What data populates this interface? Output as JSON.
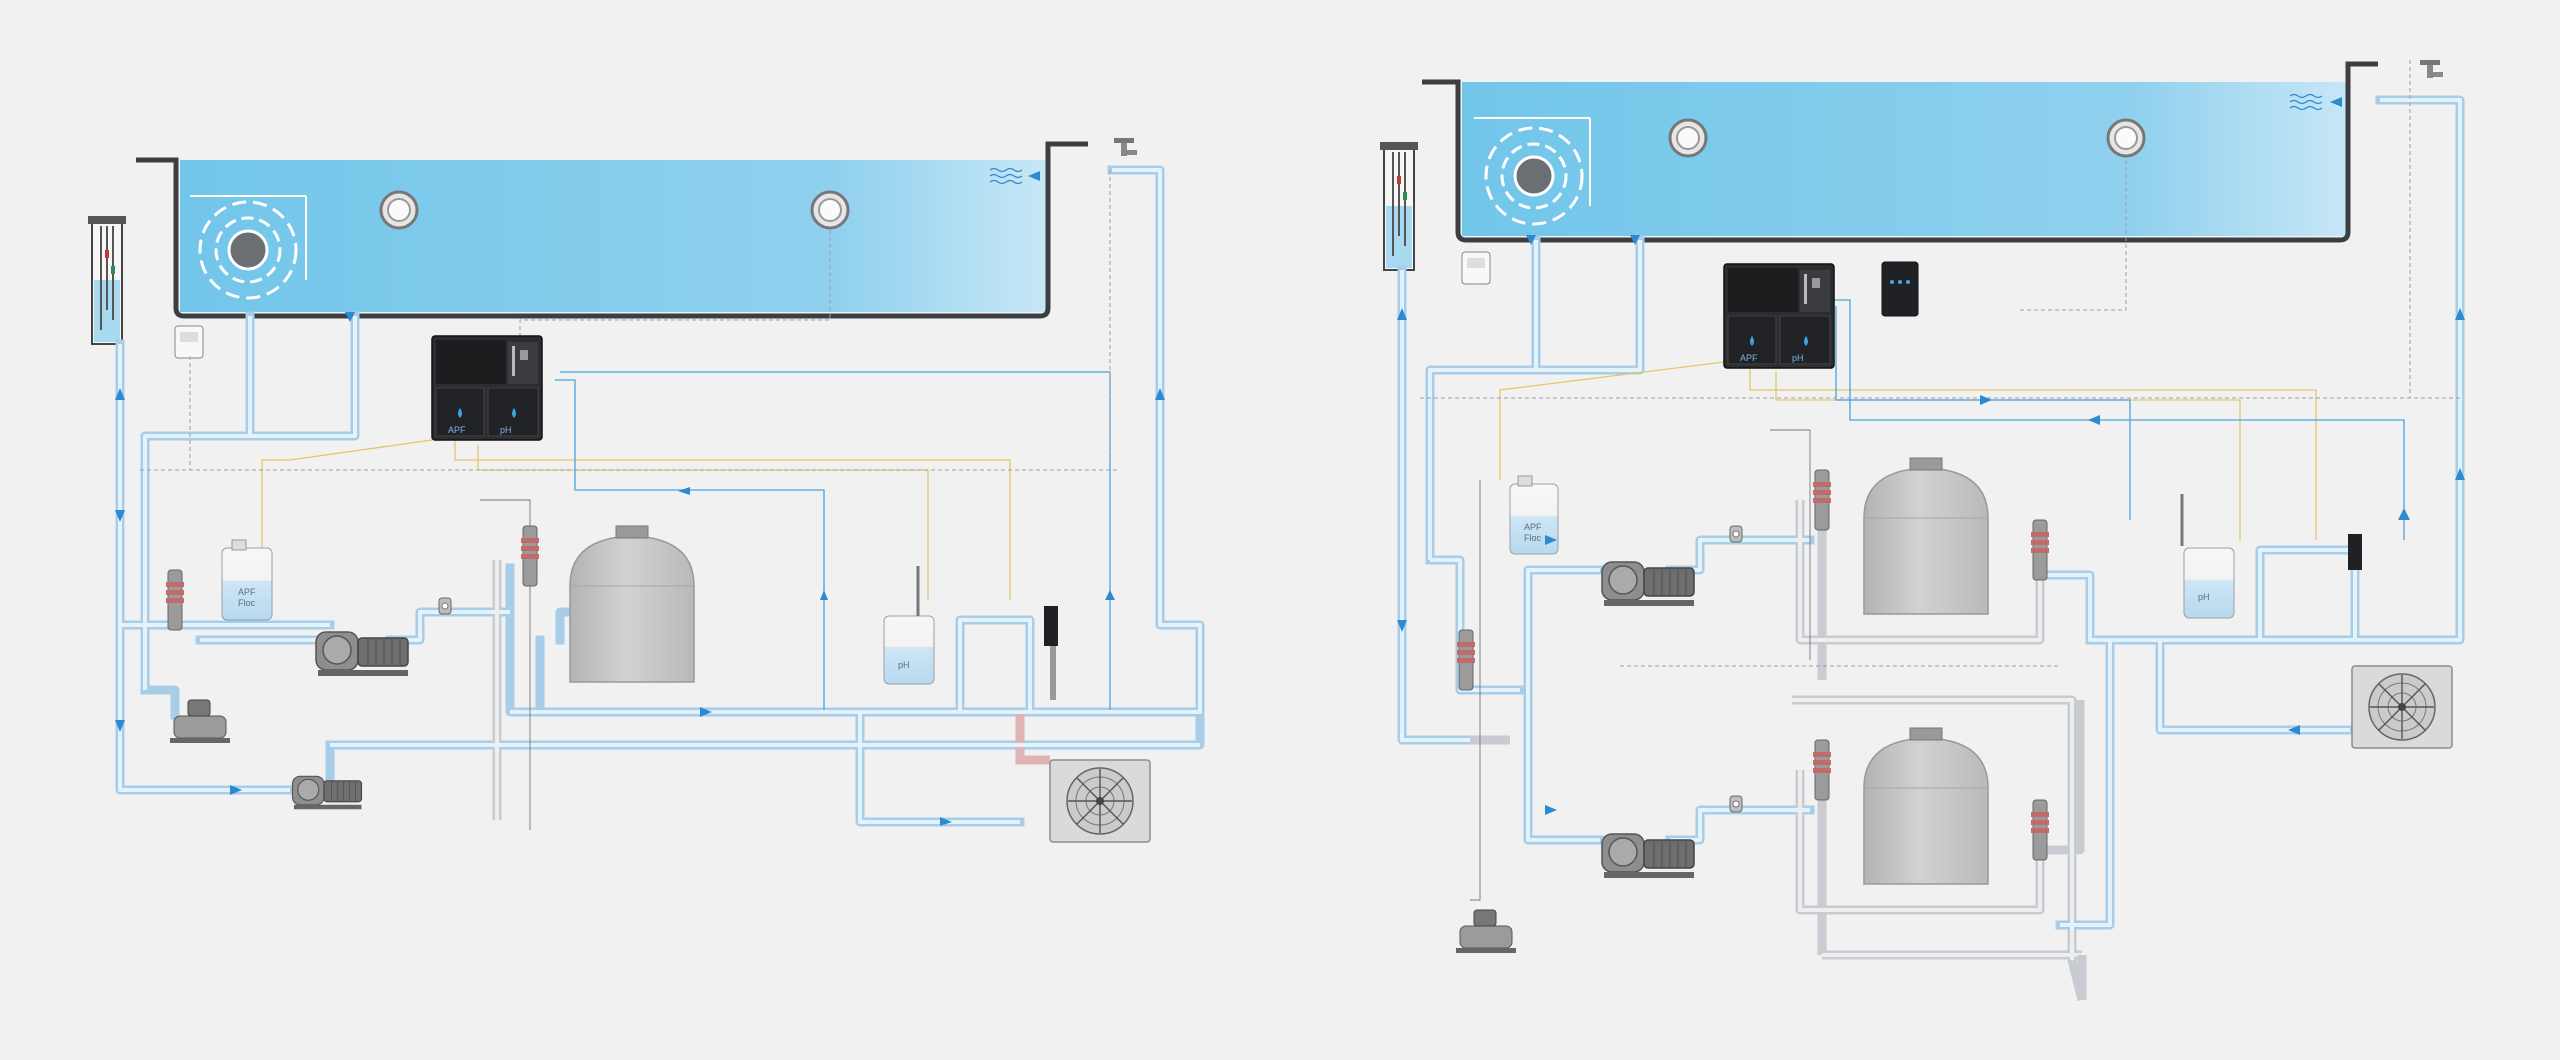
{
  "diagrams": [
    {
      "id": "single-filter",
      "controller": {
        "labels": [
          "APF",
          "pH"
        ]
      },
      "canisters": [
        {
          "label": "APF\nFloc"
        },
        {
          "label": "pH"
        }
      ]
    },
    {
      "id": "dual-filter",
      "controller": {
        "labels": [
          "APF",
          "pH"
        ]
      },
      "canisters": [
        {
          "label": "APF\nFloc"
        },
        {
          "label": "pH"
        }
      ]
    }
  ],
  "colors": {
    "water": "#8fd0ee",
    "pipe": "#a7cde8",
    "flow": "#2b8ad1",
    "controller": "#2b2d30",
    "tank": "#c2c2c2",
    "background": "#f1f1f1"
  },
  "icons": [
    "pool-basin",
    "pump",
    "sand-filter",
    "heat-pump-fan",
    "controller-unit",
    "chemical-canister",
    "water-tap",
    "valve",
    "water-level-indicator"
  ]
}
